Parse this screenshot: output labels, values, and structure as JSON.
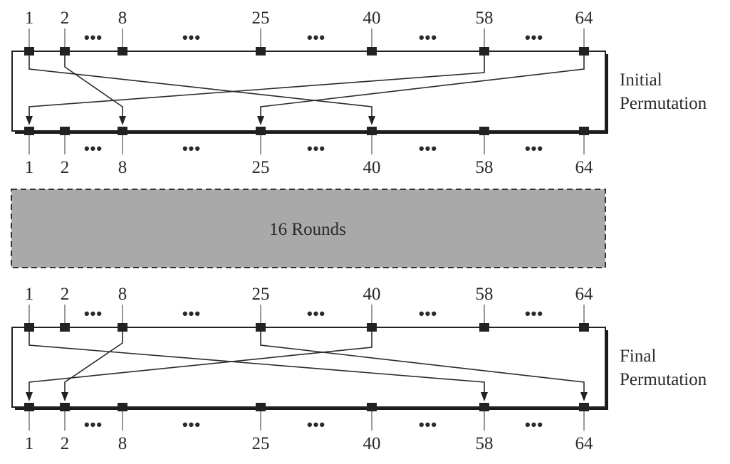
{
  "bit_positions": [
    "1",
    "2",
    "8",
    "25",
    "40",
    "58",
    "64"
  ],
  "ellipsis": "•••",
  "initial_permutation": {
    "label_line1": "Initial",
    "label_line2": "Permutation",
    "mappings": [
      {
        "from": "1",
        "to": "40"
      },
      {
        "from": "2",
        "to": "8"
      },
      {
        "from": "58",
        "to": "1"
      },
      {
        "from": "64",
        "to": "25"
      }
    ]
  },
  "rounds_box": {
    "label": "16 Rounds",
    "fill_color": "#a9a9a9"
  },
  "final_permutation": {
    "label_line1": "Final",
    "label_line2": "Permutation",
    "mappings": [
      {
        "from": "1",
        "to": "58"
      },
      {
        "from": "8",
        "to": "2"
      },
      {
        "from": "25",
        "to": "64"
      },
      {
        "from": "40",
        "to": "1"
      }
    ]
  }
}
